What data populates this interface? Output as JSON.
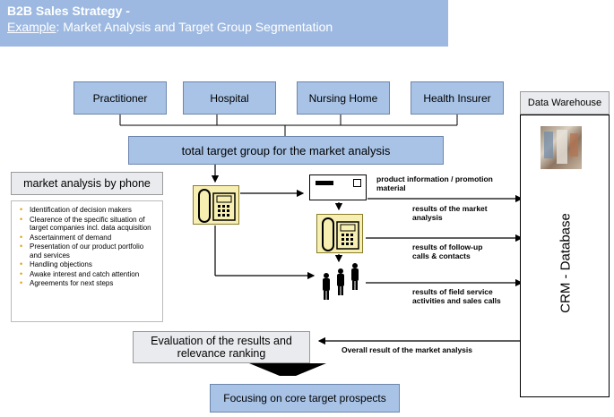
{
  "header": {
    "title": "B2B Sales Strategy -",
    "example_word": "Example",
    "subtitle_rest": ": Market Analysis and Target Group Segmentation"
  },
  "segments": [
    "Practitioner",
    "Hospital",
    "Nursing Home",
    "Health Insurer"
  ],
  "data_warehouse": "Data Warehouse",
  "total_target": "total target group for the market analysis",
  "market_phone": "market analysis by phone",
  "bullets": [
    "Identification of decision makers",
    "Clearence of the specific situation of target companies incl. data acquisition",
    "Ascertainment of demand",
    "Presentation of our product portfolio and services",
    "Handling objections",
    "Awake interest and catch attention",
    "Agreements for next steps"
  ],
  "product_info": "product information / promotion material",
  "results_market": "results of the  market analysis",
  "results_followup": "results of follow-up calls & contacts",
  "results_field": "results of field service activities and sales calls",
  "crm": "CRM - Database",
  "evaluation": "Evaluation of the results and relevance ranking",
  "overall": "Overall result of the market analysis",
  "focusing": "Focusing on core target prospects"
}
